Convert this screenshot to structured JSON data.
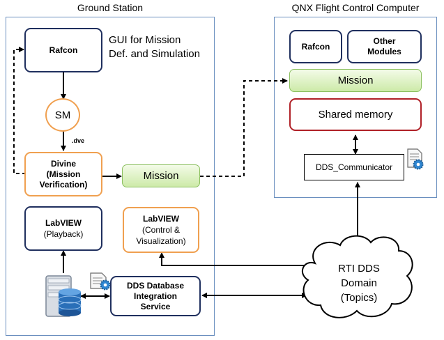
{
  "ground_station": {
    "title": "Ground Station",
    "rafcon": "Rafcon",
    "gui_label_line1": "GUI for Mission",
    "gui_label_line2": "Def. and Simulation",
    "sm": "SM",
    "dve": ".dve",
    "divine_line1": "Divine",
    "divine_line2": "(Mission",
    "divine_line3": "Verification)",
    "mission": "Mission",
    "labview_playback_line1": "LabVIEW",
    "labview_playback_line2": "(Playback)",
    "labview_control_line1": "LabVIEW",
    "labview_control_line2": "(Control &",
    "labview_control_line3": "Visualization)",
    "dds_db_line1": "DDS Database",
    "dds_db_line2": "Integration",
    "dds_db_line3": "Service"
  },
  "qnx": {
    "title": "QNX Flight Control Computer",
    "rafcon": "Rafcon",
    "other_line1": "Other",
    "other_line2": "Modules",
    "mission": "Mission",
    "shared_memory": "Shared memory",
    "dds_communicator": "DDS_Communicator"
  },
  "rti": {
    "line1": "RTI DDS",
    "line2": "Domain",
    "line3": "(Topics)"
  },
  "icons": [
    "server-database-icon",
    "document-gear-icon"
  ],
  "colors": {
    "frame": "#6a8fbf",
    "navy": "#1f2f5e",
    "orange": "#f0a050",
    "red": "#b02027",
    "green": "#cdeaa8"
  }
}
